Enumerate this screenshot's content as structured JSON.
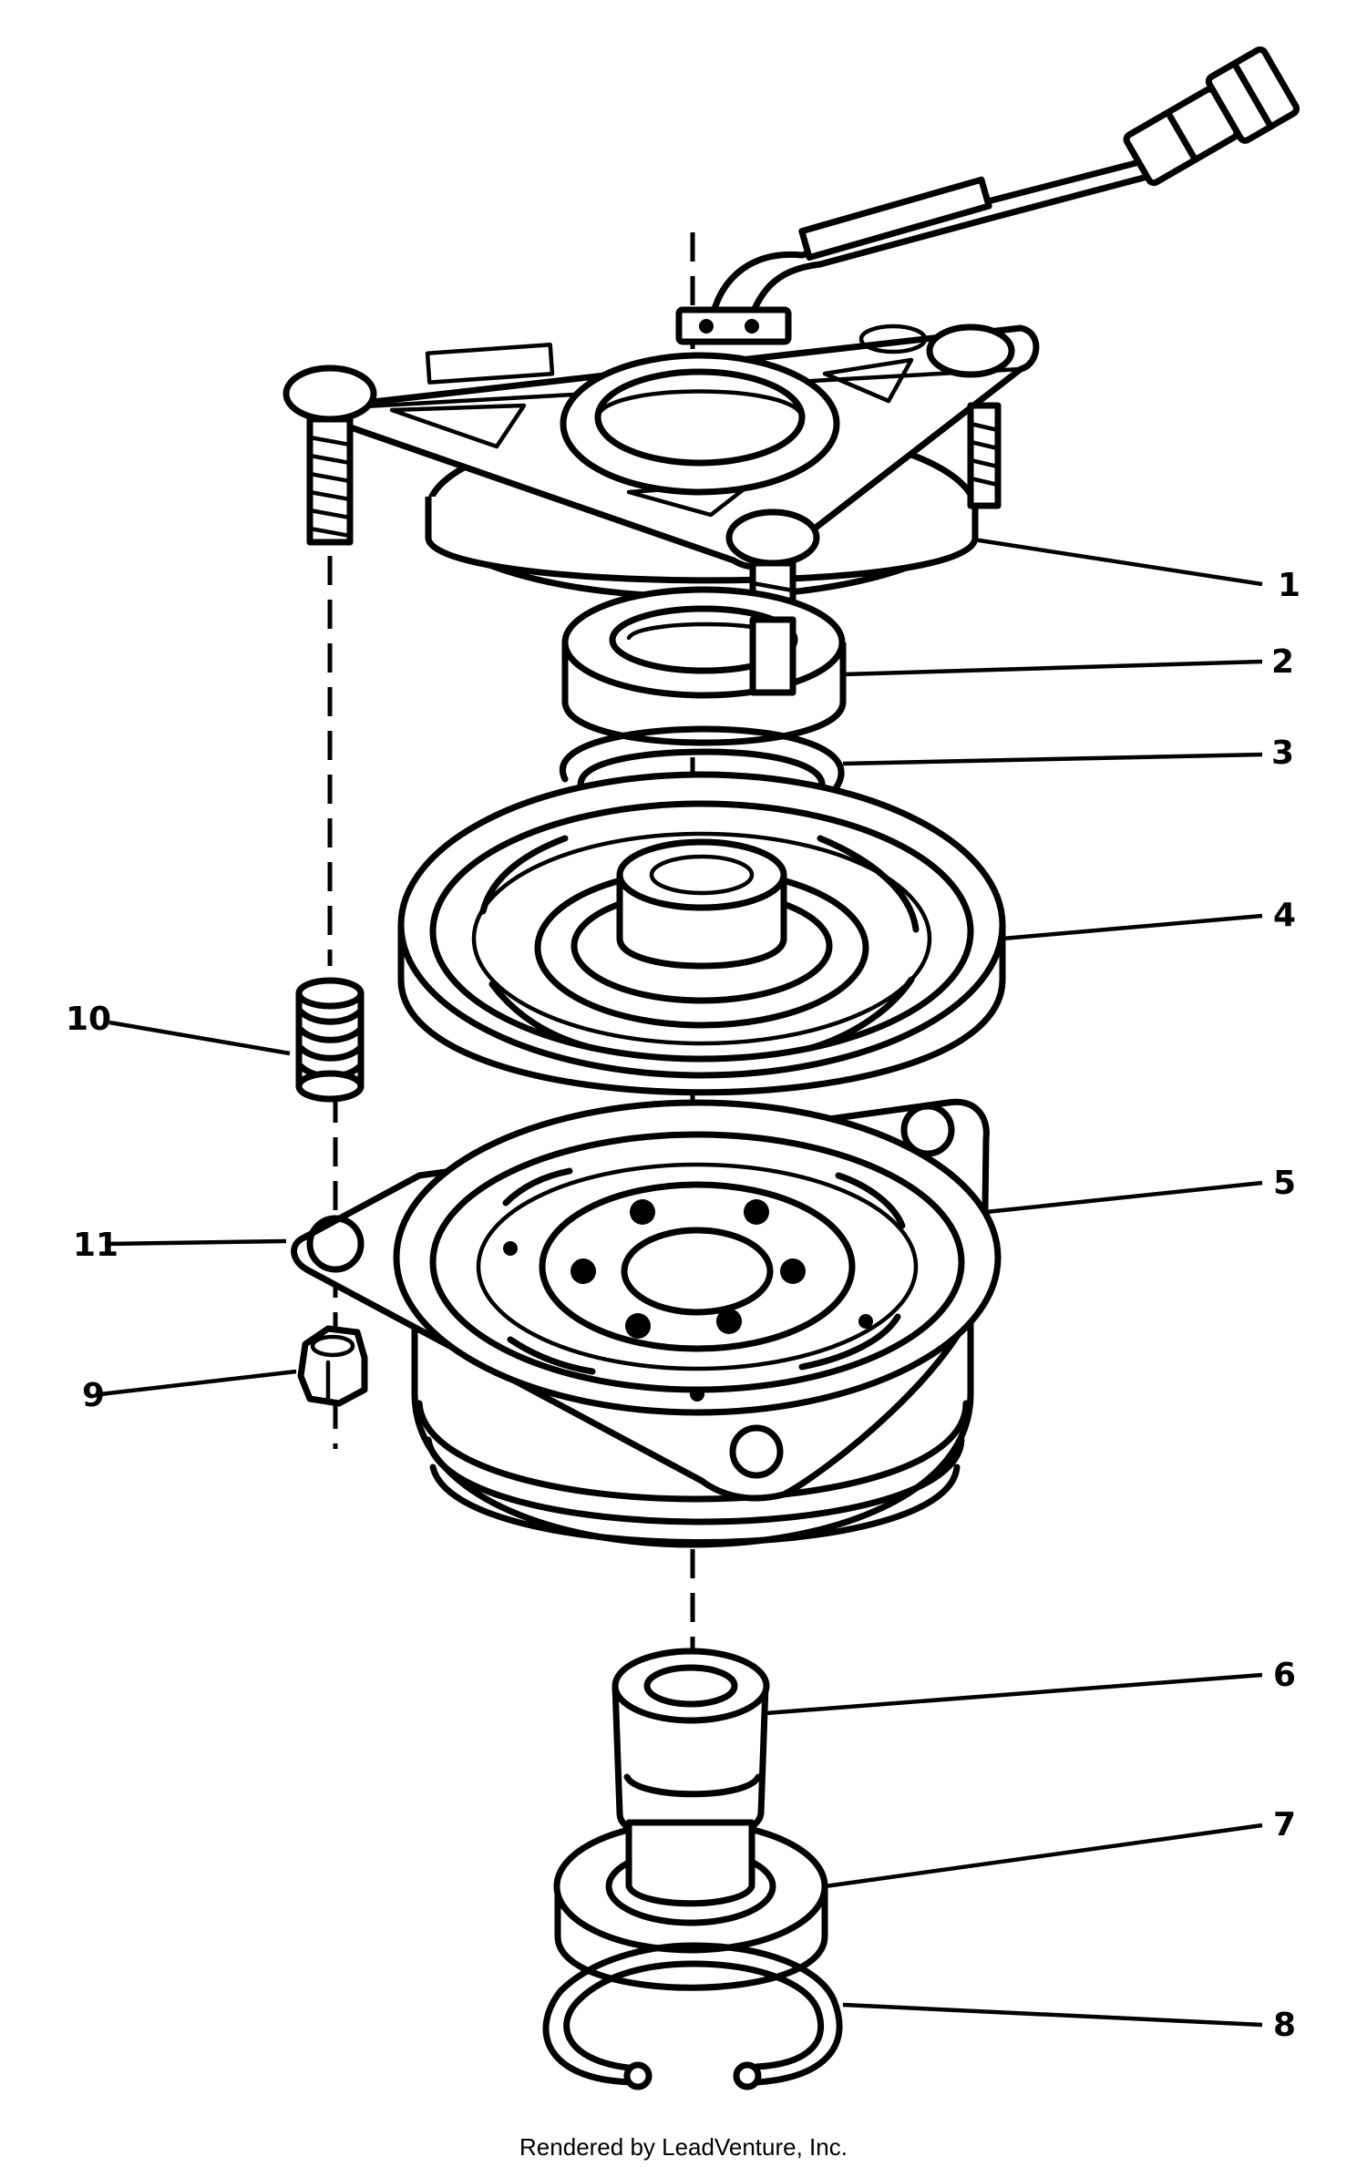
{
  "callouts": [
    {
      "id": "1",
      "label": "1"
    },
    {
      "id": "2",
      "label": "2"
    },
    {
      "id": "3",
      "label": "3"
    },
    {
      "id": "4",
      "label": "4"
    },
    {
      "id": "5",
      "label": "5"
    },
    {
      "id": "6",
      "label": "6"
    },
    {
      "id": "7",
      "label": "7"
    },
    {
      "id": "8",
      "label": "8"
    },
    {
      "id": "9",
      "label": "9"
    },
    {
      "id": "10",
      "label": "10"
    },
    {
      "id": "11",
      "label": "11"
    }
  ],
  "footer": {
    "text": "Rendered by LeadVenture, Inc."
  }
}
